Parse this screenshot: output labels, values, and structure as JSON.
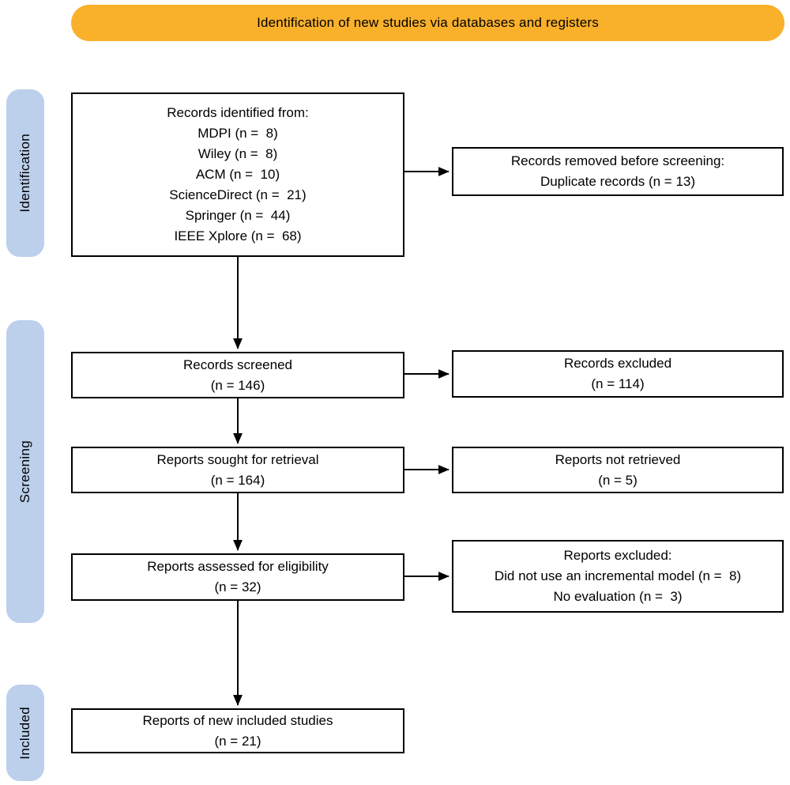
{
  "banner": {
    "label": "Identification of new studies via databases and registers",
    "bg_color": "#F9B02B"
  },
  "stages": [
    {
      "id": "identification",
      "label": "Identification",
      "bg_color": "#BCD0EC"
    },
    {
      "id": "screening",
      "label": "Screening",
      "bg_color": "#BCD0EC"
    },
    {
      "id": "included",
      "label": "Included",
      "bg_color": "#BCD0EC"
    }
  ],
  "boxes": {
    "records_identified": {
      "text": "Records identified from:\nMDPI (n =  8)\nWiley (n =  8)\nACM (n =  10)\nScienceDirect (n =  21)\nSpringer (n =  44)\nIEEE Xplore (n =  68)",
      "counts": {
        "MDPI": 8,
        "Wiley": 8,
        "ACM": 10,
        "ScienceDirect": 21,
        "Springer": 44,
        "IEEE Xplore": 68
      }
    },
    "records_removed": {
      "text": "Records removed before screening:\nDuplicate records (n = 13)",
      "counts": {
        "Duplicate records": 13
      }
    },
    "records_screened": {
      "text": "Records screened\n(n = 146)",
      "n": 146
    },
    "records_excluded": {
      "text": "Records excluded\n(n = 114)",
      "n": 114
    },
    "reports_sought": {
      "text": "Reports sought for retrieval\n(n = 164)",
      "n": 164
    },
    "reports_not_retrieved": {
      "text": "Reports not retrieved\n(n = 5)",
      "n": 5
    },
    "reports_assessed": {
      "text": "Reports assessed for eligibility\n(n = 32)",
      "n": 32
    },
    "reports_excluded": {
      "text": "Reports excluded:\nDid not use an incremental model (n =  8)\nNo evaluation (n =  3)",
      "counts": {
        "Did not use an incremental model": 8,
        "No evaluation": 3
      }
    },
    "reports_included": {
      "text": "Reports of new included studies\n(n = 21)",
      "n": 21
    }
  },
  "colors": {
    "box_border": "#000000",
    "arrow": "#000000",
    "text": "#000000",
    "background": "#ffffff"
  }
}
